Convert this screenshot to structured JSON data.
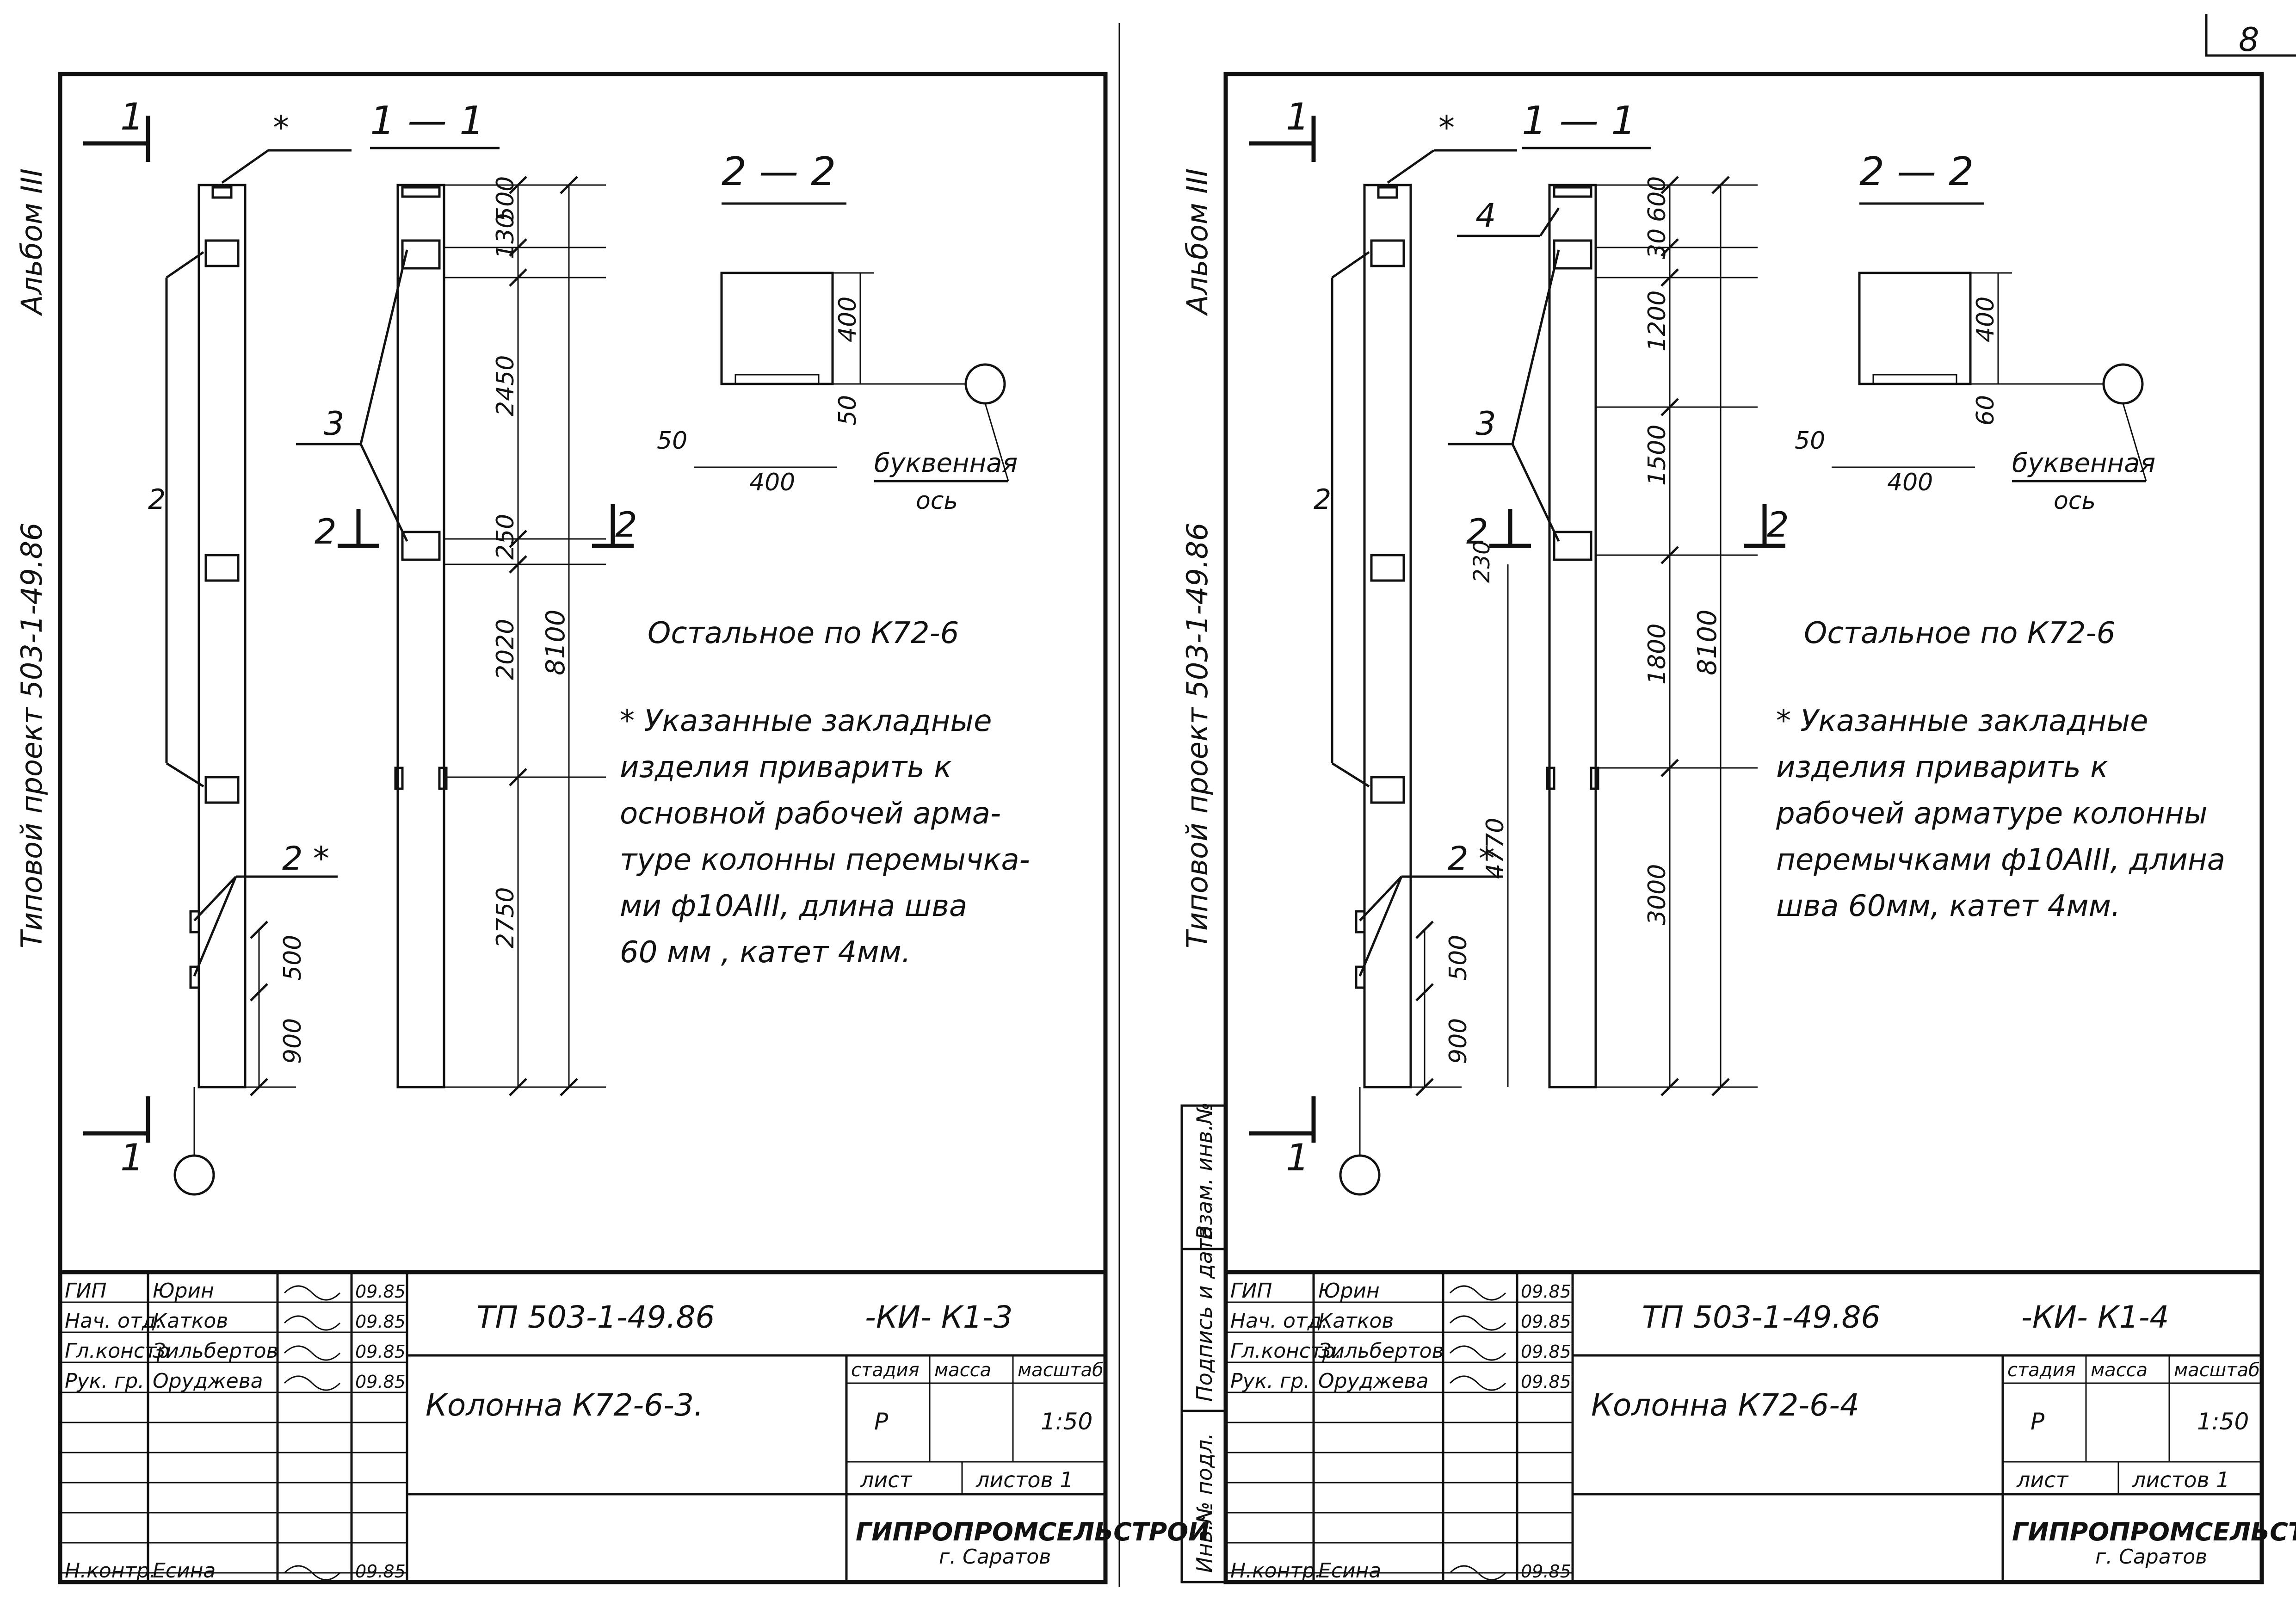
{
  "page_number": "8",
  "sheets": [
    {
      "album_label": "Альбом III",
      "project_label": "Типовой проект 503-1-49.86",
      "cut_label": "1",
      "section_11": "1 — 1",
      "section_22": "2 — 2",
      "section_arrow": "2",
      "star": "*",
      "pos1": "1",
      "pos2": "2",
      "pos2star": "2  *",
      "pos3": "3",
      "pos4": "",
      "dims_section": [
        "500",
        "130",
        "2450",
        "250",
        "2020",
        "8100",
        "2750"
      ],
      "dims_elev": [
        "500",
        "900"
      ],
      "dims_22": [
        "400",
        "50",
        "50",
        "400"
      ],
      "axis_label": "буквенная",
      "axis_sub": "ось",
      "note_rest": "Остальное по К72-6",
      "note_lines": [
        "* Указанные закладные",
        "изделия приварить к",
        "основной рабочей арма-",
        "туре колонны перемычка-",
        "ми   ф10АIII, длина шва",
        "60 мм , катет 4мм."
      ],
      "title_block": {
        "rows": [
          {
            "role": "ГИП",
            "name": "Юрин",
            "date": "09.85"
          },
          {
            "role": "Нач. отд.",
            "name": "Катков",
            "date": "09.85"
          },
          {
            "role": "Гл.констр",
            "name": "Зильбертов",
            "date": "09.85"
          },
          {
            "role": "Рук. гр.",
            "name": "Оруджева",
            "date": "09.85"
          }
        ],
        "control_role": "Н.контр.",
        "control_name": "Есина",
        "control_date": "09.85",
        "code": "ТП 503-1-49.86",
        "code_suffix": "-КИ- К1-3",
        "title": "Колонна   К72-6-3.",
        "stage_h": "стадия",
        "mass_h": "масса",
        "scale_h": "масштаб",
        "stage": "Р",
        "scale": "1:50",
        "sheet_h": "лист",
        "sheets_h": "листов 1",
        "org": "ГИПРОПРОМСЕЛЬСТРОЙ",
        "city": "г. Саратов"
      },
      "side_stamp": []
    },
    {
      "album_label": "Альбом III",
      "project_label": "Типовой проект 503-1-49.86",
      "cut_label": "1",
      "section_11": "1 — 1",
      "section_22": "2 — 2",
      "section_arrow": "2",
      "star": "*",
      "pos1": "1",
      "pos2": "2",
      "pos2star": "2  *",
      "pos3": "3",
      "pos4": "4",
      "dims_section": [
        "600",
        "30",
        "1200",
        "1500",
        "1800",
        "8100",
        "3000",
        "4770",
        "230"
      ],
      "dims_elev": [
        "500",
        "900"
      ],
      "dims_22": [
        "400",
        "60",
        "50",
        "400"
      ],
      "axis_label": "буквенная",
      "axis_sub": "ось",
      "note_rest": "Остальное по К72-6",
      "note_lines": [
        "* Указанные закладные",
        "изделия приварить к",
        "рабочей арматуре колонны",
        "перемычками ф10АIII, длина",
        "шва 60мм, катет 4мм."
      ],
      "title_block": {
        "rows": [
          {
            "role": "ГИП",
            "name": "Юрин",
            "date": "09.85"
          },
          {
            "role": "Нач. отд.",
            "name": "Катков",
            "date": "09.85"
          },
          {
            "role": "Гл.констр.",
            "name": "Зильбертов",
            "date": "09.85"
          },
          {
            "role": "Рук. гр.",
            "name": "Оруджева",
            "date": "09.85"
          }
        ],
        "control_role": "Н.контр.",
        "control_name": "Есина",
        "control_date": "09.85",
        "code": "ТП 503-1-49.86",
        "code_suffix": "-КИ- К1-4",
        "title": "Колонна   К72-6-4",
        "stage_h": "стадия",
        "mass_h": "масса",
        "scale_h": "масштаб",
        "stage": "Р",
        "scale": "1:50",
        "sheet_h": "лист",
        "sheets_h": "листов 1",
        "org": "ГИПРОПРОМСЕЛЬСТРОЙ",
        "city": "г. Саратов"
      },
      "side_stamp": [
        "Взам. инв.№",
        "Подпись и дата",
        "Инв.№ подл."
      ]
    }
  ]
}
